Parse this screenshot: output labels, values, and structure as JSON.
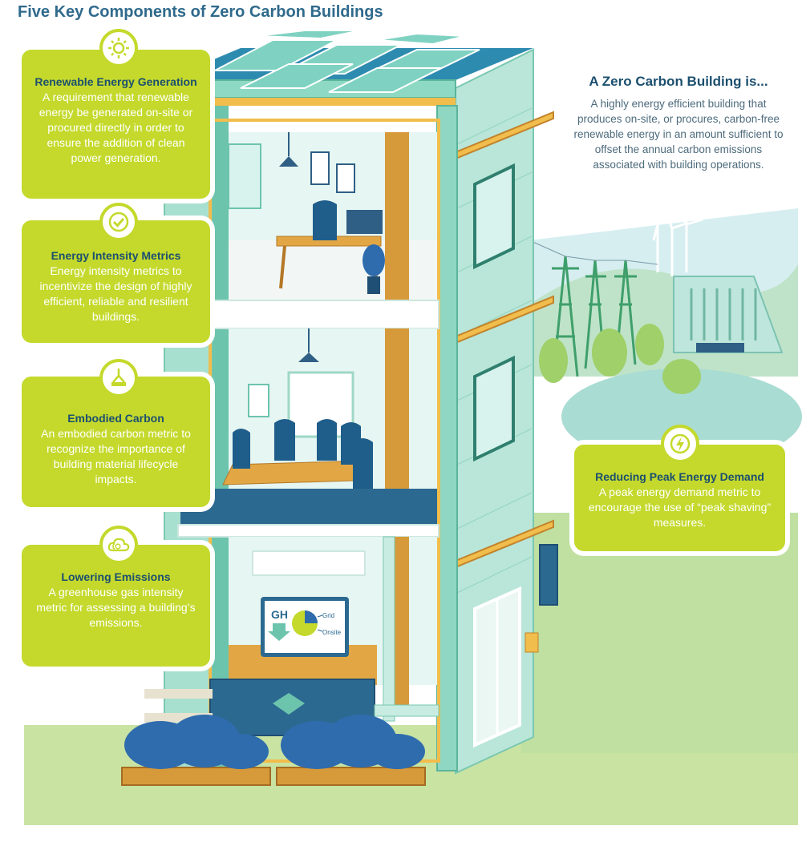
{
  "page": {
    "title": "Five Key Components of Zero Carbon Buildings"
  },
  "intro": {
    "heading": "A Zero Carbon Building is...",
    "body": "A highly energy efficient building that produces on-site, or procures, carbon-free renewable energy in an amount sufficient to offset the annual carbon emissions associated with building operations."
  },
  "components": [
    {
      "icon": "sun-icon",
      "heading": "Renewable Energy Generation",
      "body": "A requirement that renewable energy be generated on-site or procured directly in order to ensure the addition of clean power generation."
    },
    {
      "icon": "check-icon",
      "heading": "Energy Intensity Metrics",
      "body": "Energy intensity metrics to incentivize the design of highly efficient, reliable and resilient buildings."
    },
    {
      "icon": "crane-hook-icon",
      "heading": "Embodied Carbon",
      "body": "An embodied carbon metric to recognize the importance of building material lifecycle impacts."
    },
    {
      "icon": "co2-cloud-icon",
      "heading": "Lowering Emissions",
      "body": "A greenhouse gas intensity metric for assessing a building’s emissions."
    },
    {
      "icon": "lightning-icon",
      "heading": "Reducing Peak Energy Demand",
      "body": "A peak energy demand metric to encourage the use of “peak shaving” measures."
    }
  ],
  "monitor": {
    "label": "GH",
    "grid_label": "Grid",
    "onsite_label": "Onsite"
  },
  "colors": {
    "card_green": "#c4d92c",
    "heading_blue": "#1c4f6e",
    "title_blue": "#2f6a8c",
    "building_mint": "#a8e0cf",
    "wood": "#d79a3a",
    "shrub_blue": "#2f6cae"
  }
}
